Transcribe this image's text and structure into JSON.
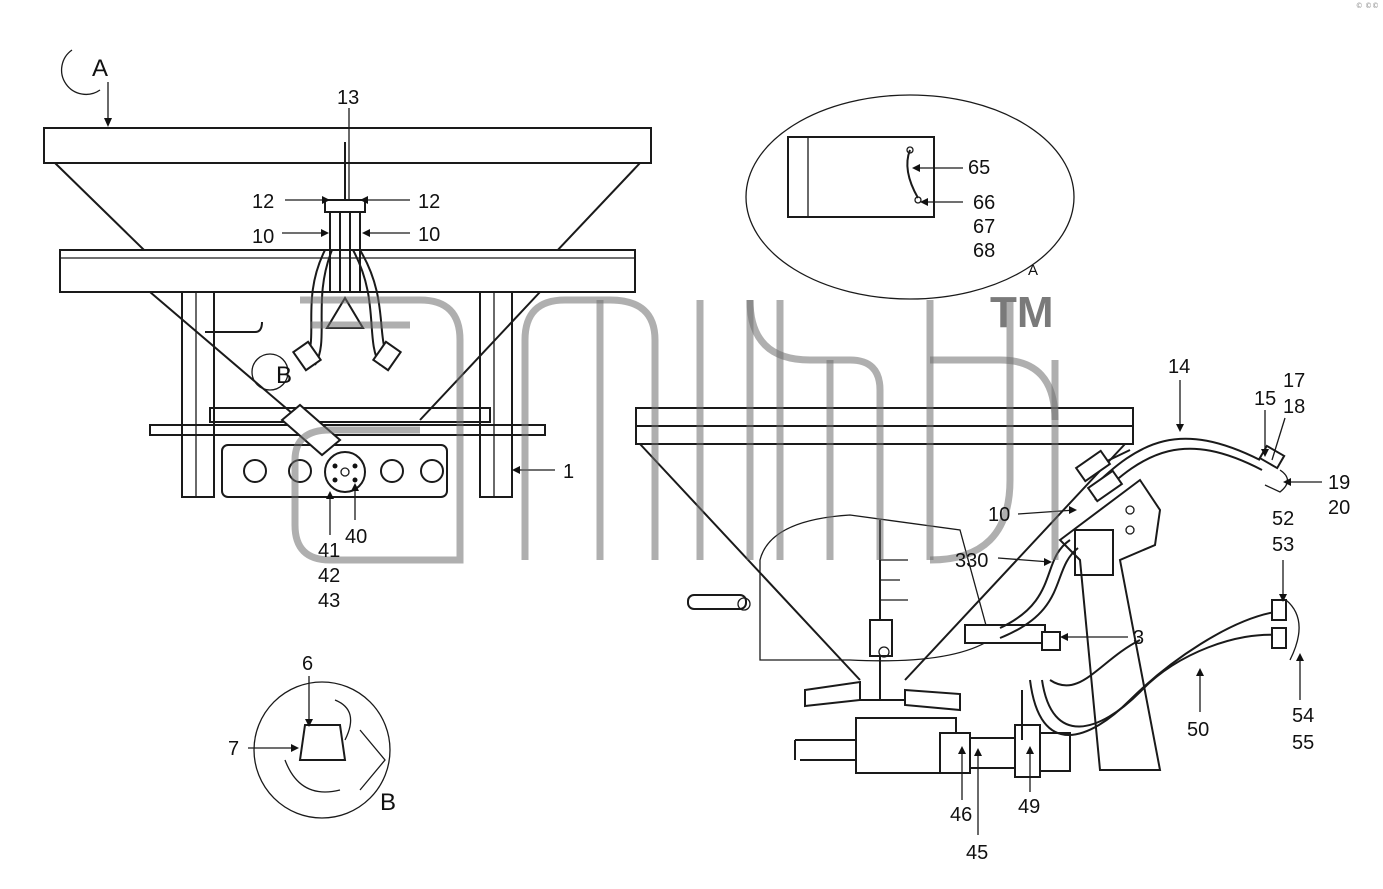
{
  "labels": {
    "view_a_title": "A",
    "view_a_detail": "A",
    "view_b_callout": "B",
    "view_b_title": "B",
    "p1": "1",
    "p3": "3",
    "p6": "6",
    "p7": "7",
    "p10_left": "10",
    "p10_right": "10",
    "p10_side": "10",
    "p12_left": "12",
    "p12_right": "12",
    "p13": "13",
    "p14": "14",
    "p15": "15",
    "p17": "17",
    "p18": "18",
    "p19": "19",
    "p20": "20",
    "p40": "40",
    "p41": "41",
    "p42": "42",
    "p43": "43",
    "p45": "45",
    "p46": "46",
    "p49": "49",
    "p50": "50",
    "p52": "52",
    "p53": "53",
    "p54": "54",
    "p55": "55",
    "p65": "65",
    "p66": "66",
    "p67": "67",
    "p68": "68",
    "p330": "330"
  },
  "watermark": {
    "trademark": "TM"
  },
  "corner_mark": "© ©©"
}
